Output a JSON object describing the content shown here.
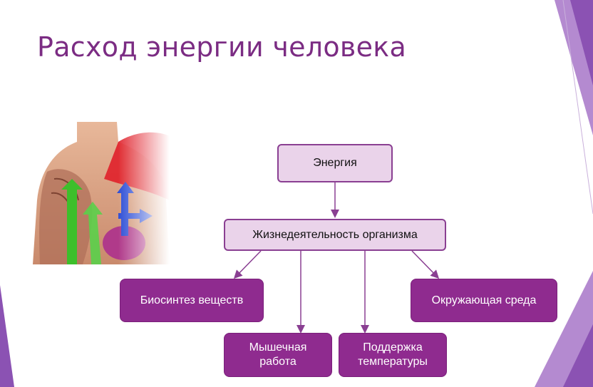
{
  "slide": {
    "title": "Расход энергии человека"
  },
  "diagram": {
    "root": "Энергия",
    "middle": "Жизнедеятельность организма",
    "leaves": {
      "biosynthesis": "Биосинтез веществ",
      "environment": "Окружающая среда",
      "muscle": [
        "Мышечная",
        "работа"
      ],
      "temperature": [
        "Поддержка",
        "температуры"
      ]
    }
  },
  "colors": {
    "title": "#7b2c83",
    "light_box_fill": "#ead3ea",
    "light_box_border": "#8a3f92",
    "dark_box_fill": "#8f2b8f",
    "connector": "#8a3f92",
    "accent_purple": "#9b5bb8"
  }
}
